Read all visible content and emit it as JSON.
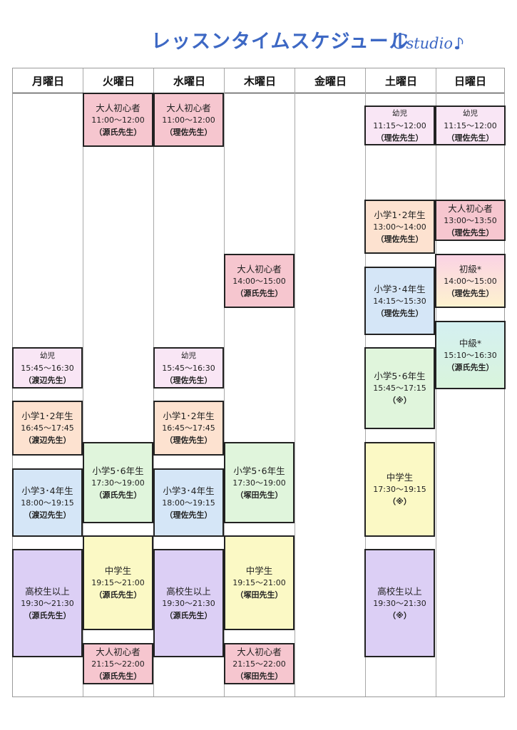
{
  "header": {
    "title": "レッスンタイムスケジュール",
    "logo_letter": "C",
    "logo_word": "studio"
  },
  "days": [
    "月曜日",
    "火曜日",
    "水曜日",
    "木曜日",
    "金曜日",
    "土曜日",
    "日曜日"
  ],
  "lessons": [
    {
      "name": "大人初心者",
      "time": "11:00～12:00",
      "teacher": "（源氏先生）"
    },
    {
      "name": "大人初心者",
      "time": "11:00～12:00",
      "teacher": "（理佐先生）"
    },
    {
      "name": "幼児",
      "time": "11:15～12:00",
      "teacher": "（理佐先生）"
    },
    {
      "name": "幼児",
      "time": "11:15～12:00",
      "teacher": "（理佐先生）"
    },
    {
      "name": "小学1･2年生",
      "time": "13:00～14:00",
      "teacher": "（理佐先生）"
    },
    {
      "name": "大人初心者",
      "time": "13:00～13:50",
      "teacher": "（理佐先生）"
    },
    {
      "name": "大人初心者",
      "time": "14:00～15:00",
      "teacher": "（源氏先生）"
    },
    {
      "name": "初級*",
      "time": "14:00～15:00",
      "teacher": "（理佐先生）"
    },
    {
      "name": "小学3･4年生",
      "time": "14:15～15:30",
      "teacher": "（理佐先生）"
    },
    {
      "name": "中級*",
      "time": "15:10～16:30",
      "teacher": "（源氏先生）"
    },
    {
      "name": "幼児",
      "time": "15:45～16:30",
      "teacher": "（渡辺先生）"
    },
    {
      "name": "幼児",
      "time": "15:45～16:30",
      "teacher": "（理佐先生）"
    },
    {
      "name": "小学5･6年生",
      "time": "15:45～17:15",
      "teacher": "（※）"
    },
    {
      "name": "小学1･2年生",
      "time": "16:45～17:45",
      "teacher": "（渡辺先生）"
    },
    {
      "name": "小学1･2年生",
      "time": "16:45～17:45",
      "teacher": "（理佐先生）"
    },
    {
      "name": "小学5･6年生",
      "time": "17:30～19:00",
      "teacher": "（源氏先生）"
    },
    {
      "name": "小学5･6年生",
      "time": "17:30～19:00",
      "teacher": "（塚田先生）"
    },
    {
      "name": "中学生",
      "time": "17:30～19:15",
      "teacher": "（※）"
    },
    {
      "name": "小学3･4年生",
      "time": "18:00～19:15",
      "teacher": "（渡辺先生）"
    },
    {
      "name": "小学3･4年生",
      "time": "18:00～19:15",
      "teacher": "（理佐先生）"
    },
    {
      "name": "中学生",
      "time": "19:15～21:00",
      "teacher": "（源氏先生）"
    },
    {
      "name": "中学生",
      "time": "19:15～21:00",
      "teacher": "（塚田先生）"
    },
    {
      "name": "高校生以上",
      "time": "19:30～21:30",
      "teacher": "（源氏先生）"
    },
    {
      "name": "高校生以上",
      "time": "19:30～21:30",
      "teacher": "（源氏先生）"
    },
    {
      "name": "高校生以上",
      "time": "19:30～21:30",
      "teacher": "（※）"
    },
    {
      "name": "大人初心者",
      "time": "21:15～22:00",
      "teacher": "（源氏先生）"
    },
    {
      "name": "大人初心者",
      "time": "21:15～22:00",
      "teacher": "（塚田先生）"
    }
  ]
}
